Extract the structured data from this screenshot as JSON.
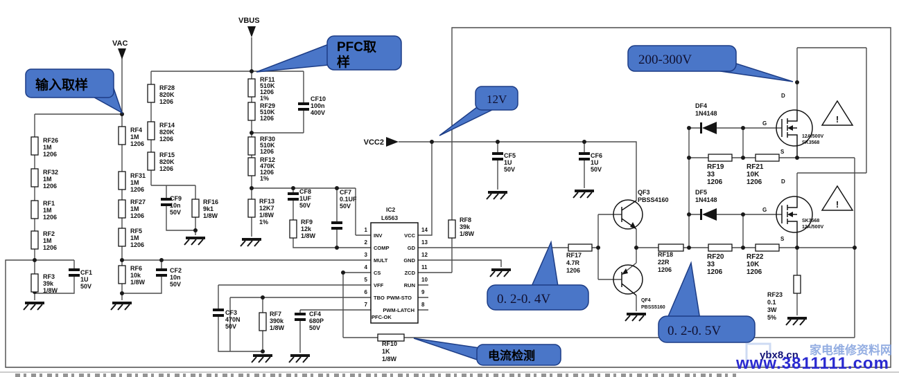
{
  "net_labels": {
    "vac": "VAC",
    "vbus": "VBUS",
    "vcc2": "VCC2"
  },
  "warning_mark": "!",
  "pin_letters": {
    "d": "D",
    "g": "G",
    "s": "S"
  },
  "ic": {
    "ref": "IC2",
    "part": "L6563",
    "pfc_ok": "PFC-OK",
    "pins_left": [
      {
        "num": "1",
        "name": "INV"
      },
      {
        "num": "2",
        "name": "COMP"
      },
      {
        "num": "3",
        "name": "MULT"
      },
      {
        "num": "4",
        "name": "CS"
      },
      {
        "num": "5",
        "name": "VFF"
      },
      {
        "num": "6",
        "name": "TBO"
      },
      {
        "num": "7",
        "name": ""
      }
    ],
    "pins_right": [
      {
        "num": "14",
        "name": "VCC"
      },
      {
        "num": "13",
        "name": "GD"
      },
      {
        "num": "12",
        "name": "GND"
      },
      {
        "num": "11",
        "name": "ZCD"
      },
      {
        "num": "10",
        "name": "RUN"
      },
      {
        "num": "9",
        "name": "PWM-STO"
      },
      {
        "num": "8",
        "name": "PWM-LATCH"
      }
    ]
  },
  "components": {
    "rf26": [
      "RF26",
      "1M",
      "1206"
    ],
    "rf32": [
      "RF32",
      "1M",
      "1206"
    ],
    "rf1": [
      "RF1",
      "1M",
      "1206"
    ],
    "rf2": [
      "RF2",
      "1M",
      "1206"
    ],
    "rf3": [
      "RF3",
      "39k",
      "1/8W"
    ],
    "cf1": [
      "CF1",
      "1U",
      "50V"
    ],
    "rf4": [
      "RF4",
      "1M",
      "1206"
    ],
    "rf31": [
      "RF31",
      "1M",
      "1206"
    ],
    "rf27": [
      "RF27",
      "1M",
      "1206"
    ],
    "rf5": [
      "RF5",
      "1M",
      "1206"
    ],
    "rf6": [
      "RF6",
      "10k",
      "1/8W"
    ],
    "cf2": [
      "CF2",
      "10n",
      "50V"
    ],
    "rf28": [
      "RF28",
      "820K",
      "1206"
    ],
    "rf14": [
      "RF14",
      "820K",
      "1206"
    ],
    "rf15": [
      "RF15",
      "820K",
      "1206"
    ],
    "cf9": [
      "CF9",
      "10n",
      "50V"
    ],
    "rf16": [
      "RF16",
      "9k1",
      "1/8W"
    ],
    "rf11": [
      "RF11",
      "510K",
      "1206",
      "1%"
    ],
    "rf29": [
      "RF29",
      "510K",
      "1206"
    ],
    "cf10": [
      "CF10",
      "100n",
      "400V"
    ],
    "rf30": [
      "RF30",
      "510K",
      "1206"
    ],
    "rf12": [
      "RF12",
      "470K",
      "1206",
      "1%"
    ],
    "rf13": [
      "RF13",
      "12K7",
      "1/8W",
      "1%"
    ],
    "cf8": [
      "CF8",
      "1UF",
      "50V"
    ],
    "rf9": [
      "RF9",
      "12k",
      "1/8W"
    ],
    "cf7": [
      "CF7",
      "0.1UF",
      "50V"
    ],
    "cf3": [
      "CF3",
      "470N",
      "50V"
    ],
    "rf7": [
      "RF7",
      "390k",
      "1/8W"
    ],
    "cf4": [
      "CF4",
      "680P",
      "50V"
    ],
    "rf10": [
      "RF10",
      "1K",
      "1/8W"
    ],
    "rf8": [
      "RF8",
      "39k",
      "1/8W"
    ],
    "cf5": [
      "CF5",
      "1U",
      "50V"
    ],
    "cf6": [
      "CF6",
      "1U",
      "50V"
    ],
    "rf17": [
      "RF17",
      "4.7R",
      "1206"
    ],
    "rf18": [
      "RF18",
      "22R",
      "1206"
    ],
    "qf3": [
      "QF3",
      "PBSS4160"
    ],
    "qf4": [
      "QF4",
      "PBSS5160"
    ],
    "df4": [
      "DF4",
      "1N4148"
    ],
    "df5": [
      "DF5",
      "1N4148"
    ],
    "rf19": [
      "RF19",
      "33",
      "1206"
    ],
    "rf21": [
      "RF21",
      "10K",
      "1206"
    ],
    "rf20": [
      "RF20",
      "33",
      "1206"
    ],
    "rf22": [
      "RF22",
      "10K",
      "1206"
    ],
    "rf23": [
      "RF23",
      "0.1",
      "3W",
      "5%"
    ],
    "mosfet_top": [
      "12A/500V",
      "SK3568"
    ],
    "mosfet_bottom": [
      "SK3568",
      "12A/500V"
    ]
  },
  "callouts": {
    "input_sampling": "输入取样",
    "pfc_sampling": [
      "PFC取",
      "样"
    ],
    "v12": "12V",
    "v200": "200-300V",
    "v04": "0. 2-0. 4V",
    "v05": "0. 2-0. 5V",
    "current_detect": "电流检测"
  },
  "watermark": {
    "site": "ybx8.cn",
    "url": "www.3811111.com",
    "cn": "家电维修资料网"
  },
  "colors": {
    "callout_fill": "#4a76c8",
    "callout_stroke": "#1c3c85",
    "wire": "#4a4a4a",
    "symbol": "#141414",
    "watermark_url": "#2a2ad0",
    "watermark_site": "#141478",
    "watermark_cn": "#7a9bdc"
  }
}
